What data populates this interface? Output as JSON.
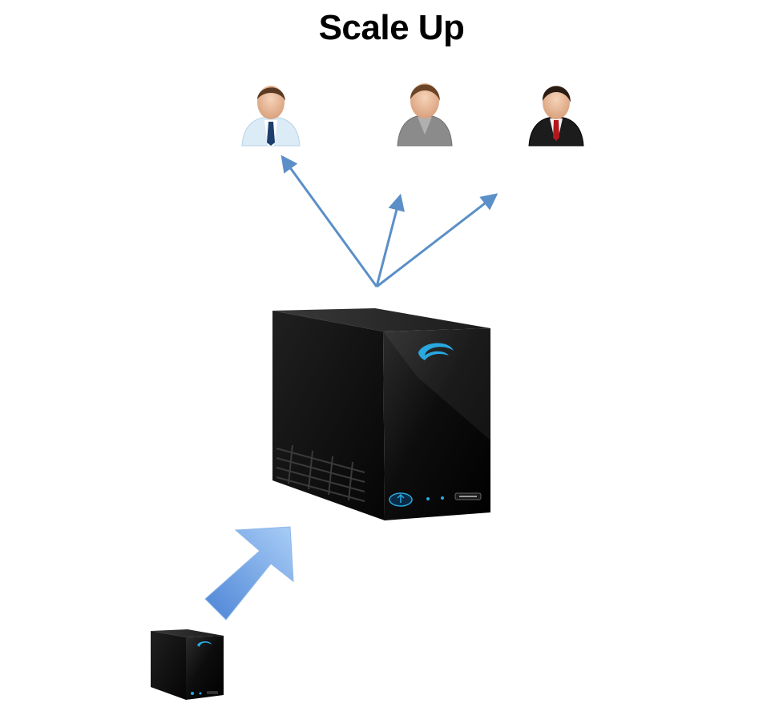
{
  "title": "Scale Up",
  "users": [
    {
      "name": "user-light-shirt",
      "shirt": "#dcecf7",
      "tie": "#1d3f6e"
    },
    {
      "name": "user-gray-suit",
      "shirt": "#8b8b8b",
      "tie": "#6e6e6e"
    },
    {
      "name": "user-black-suit",
      "shirt": "#1c1c1c",
      "tie": "#b3171d"
    }
  ],
  "colors": {
    "link_arrow": "#5b8fc7",
    "upgrade_arrow_light": "#9fc4f2",
    "upgrade_arrow_dark": "#4c84d6",
    "server_body": "#0b0b0b",
    "server_logo": "#29a9e0"
  },
  "icons": {
    "large_server": "nas-server-large-icon",
    "small_server": "nas-server-small-icon",
    "upgrade_arrow": "scale-up-arrow-icon"
  }
}
